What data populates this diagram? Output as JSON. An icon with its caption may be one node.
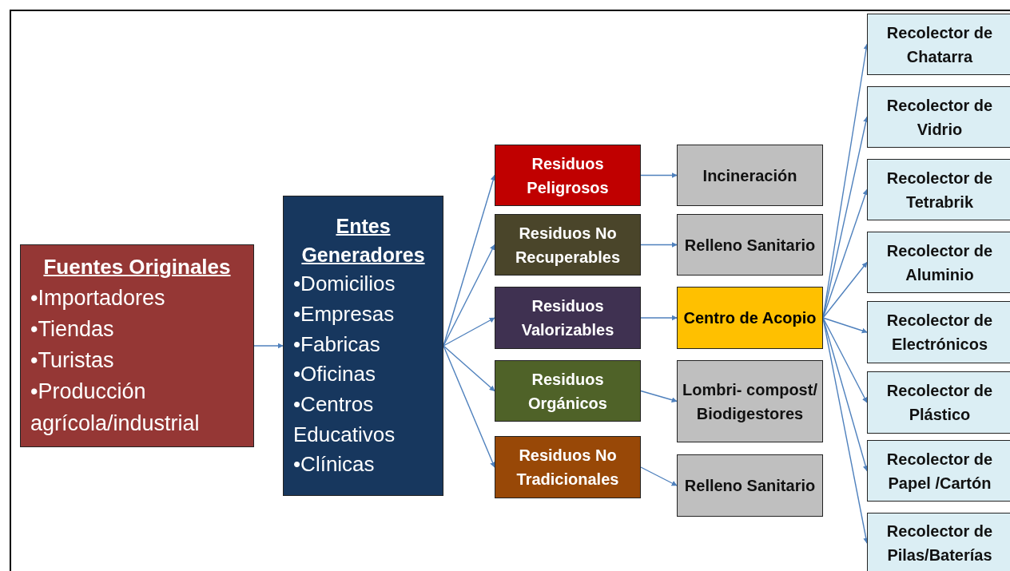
{
  "diagram": {
    "nodes": [
      {
        "text": [
          "Fuentes Originales",
          "•Importadores",
          "•Tiendas",
          "•Turistas",
          "•Producción agrícola/industrial"
        ]
      },
      {
        "text": [
          "Entes Generadores",
          "•Domicilios",
          "•Empresas",
          "•Fabricas",
          "•Oficinas",
          "•Centros Educativos",
          "•Clínicas"
        ]
      },
      {
        "text": [
          "Residuos Peligrosos"
        ]
      },
      {
        "text": [
          "Residuos No Recuperables"
        ]
      },
      {
        "text": [
          "Residuos Valorizables"
        ]
      },
      {
        "text": [
          "Residuos Orgánicos"
        ]
      },
      {
        "text": [
          "Residuos No Tradicionales"
        ]
      },
      {
        "text": [
          "Incineración"
        ]
      },
      {
        "text": [
          "Relleno Sanitario"
        ]
      },
      {
        "text": [
          "Centro de Acopio"
        ]
      },
      {
        "text": [
          "Lombri- compost/ Biodigestores"
        ]
      },
      {
        "text": [
          "Relleno Sanitario"
        ]
      },
      {
        "text": [
          "Recolector de Chatarra"
        ]
      },
      {
        "text": [
          "Recolector de Vidrio"
        ]
      },
      {
        "text": [
          "Recolector de Tetrabrik"
        ]
      },
      {
        "text": [
          "Recolector de Aluminio"
        ]
      },
      {
        "text": [
          "Recolector de Electrónicos"
        ]
      },
      {
        "text": [
          "Recolector de Plástico"
        ]
      },
      {
        "text": [
          "Recolector de Papel /Cartón"
        ]
      },
      {
        "text": [
          "Recolector de Pilas/Baterías"
        ]
      }
    ],
    "edges": [
      {
        "from": 0,
        "to": 1,
        "arrow": "to"
      },
      {
        "from": 1,
        "to": 2,
        "arrow": "to"
      },
      {
        "from": 1,
        "to": 3,
        "arrow": "to"
      },
      {
        "from": 1,
        "to": 4,
        "arrow": "to"
      },
      {
        "from": 1,
        "to": 5,
        "arrow": "to"
      },
      {
        "from": 1,
        "to": 6,
        "arrow": "to"
      },
      {
        "from": 2,
        "to": 7,
        "arrow": "to"
      },
      {
        "from": 3,
        "to": 8,
        "arrow": "to"
      },
      {
        "from": 4,
        "to": 9,
        "arrow": "to"
      },
      {
        "from": 5,
        "to": 10,
        "arrow": "to"
      },
      {
        "from": 6,
        "to": 11,
        "arrow": "to"
      },
      {
        "from": 9,
        "to": 12,
        "arrow": "to"
      },
      {
        "from": 9,
        "to": 13,
        "arrow": "to"
      },
      {
        "from": 9,
        "to": 14,
        "arrow": "to"
      },
      {
        "from": 9,
        "to": 15,
        "arrow": "to"
      },
      {
        "from": 9,
        "to": 16,
        "arrow": "to"
      },
      {
        "from": 9,
        "to": 17,
        "arrow": "to"
      },
      {
        "from": 9,
        "to": 18,
        "arrow": "to"
      },
      {
        "from": 9,
        "to": 19,
        "arrow": "to"
      }
    ]
  }
}
